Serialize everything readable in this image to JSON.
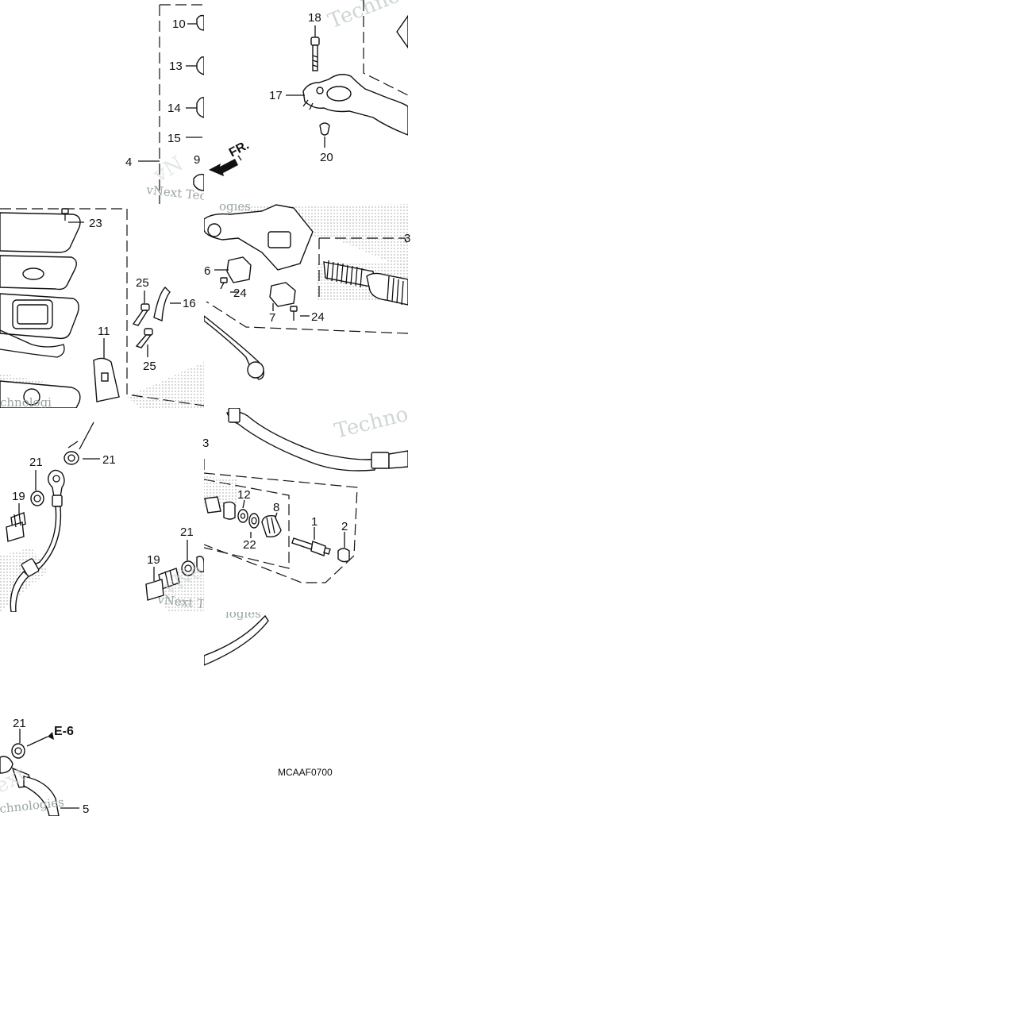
{
  "diagram": {
    "part_code": "MCAAF0700",
    "arrow_front": "FR.",
    "ref_label": "E-6",
    "watermarks": [
      "Techno",
      "vNext Tec",
      "Technologies",
      "Techno",
      "vNext Tec",
      "Technologies",
      "logies",
      "ogies"
    ],
    "callouts": [
      {
        "id": "c10",
        "text": "10"
      },
      {
        "id": "c13",
        "text": "13"
      },
      {
        "id": "c14",
        "text": "14"
      },
      {
        "id": "c15",
        "text": "15"
      },
      {
        "id": "c4",
        "text": "4"
      },
      {
        "id": "c9",
        "text": "9"
      },
      {
        "id": "c18",
        "text": "18"
      },
      {
        "id": "c17",
        "text": "17"
      },
      {
        "id": "c20",
        "text": "20"
      },
      {
        "id": "c23",
        "text": "23"
      },
      {
        "id": "c25a",
        "text": "25"
      },
      {
        "id": "c16",
        "text": "16"
      },
      {
        "id": "c11",
        "text": "11"
      },
      {
        "id": "c25b",
        "text": "25"
      },
      {
        "id": "c6",
        "text": "6"
      },
      {
        "id": "c24a",
        "text": "24"
      },
      {
        "id": "c7",
        "text": "7"
      },
      {
        "id": "c24b",
        "text": "24"
      },
      {
        "id": "c3",
        "text": "3"
      },
      {
        "id": "c21a",
        "text": "21"
      },
      {
        "id": "c21b",
        "text": "21"
      },
      {
        "id": "c19a",
        "text": "19"
      },
      {
        "id": "c21c",
        "text": "21"
      },
      {
        "id": "c19b",
        "text": "19"
      },
      {
        "id": "c3b",
        "text": "3"
      },
      {
        "id": "c12",
        "text": "12"
      },
      {
        "id": "c8",
        "text": "8"
      },
      {
        "id": "c22",
        "text": "22"
      },
      {
        "id": "c1",
        "text": "1"
      },
      {
        "id": "c2",
        "text": "2"
      },
      {
        "id": "c21d",
        "text": "21"
      },
      {
        "id": "c5",
        "text": "5"
      }
    ]
  }
}
